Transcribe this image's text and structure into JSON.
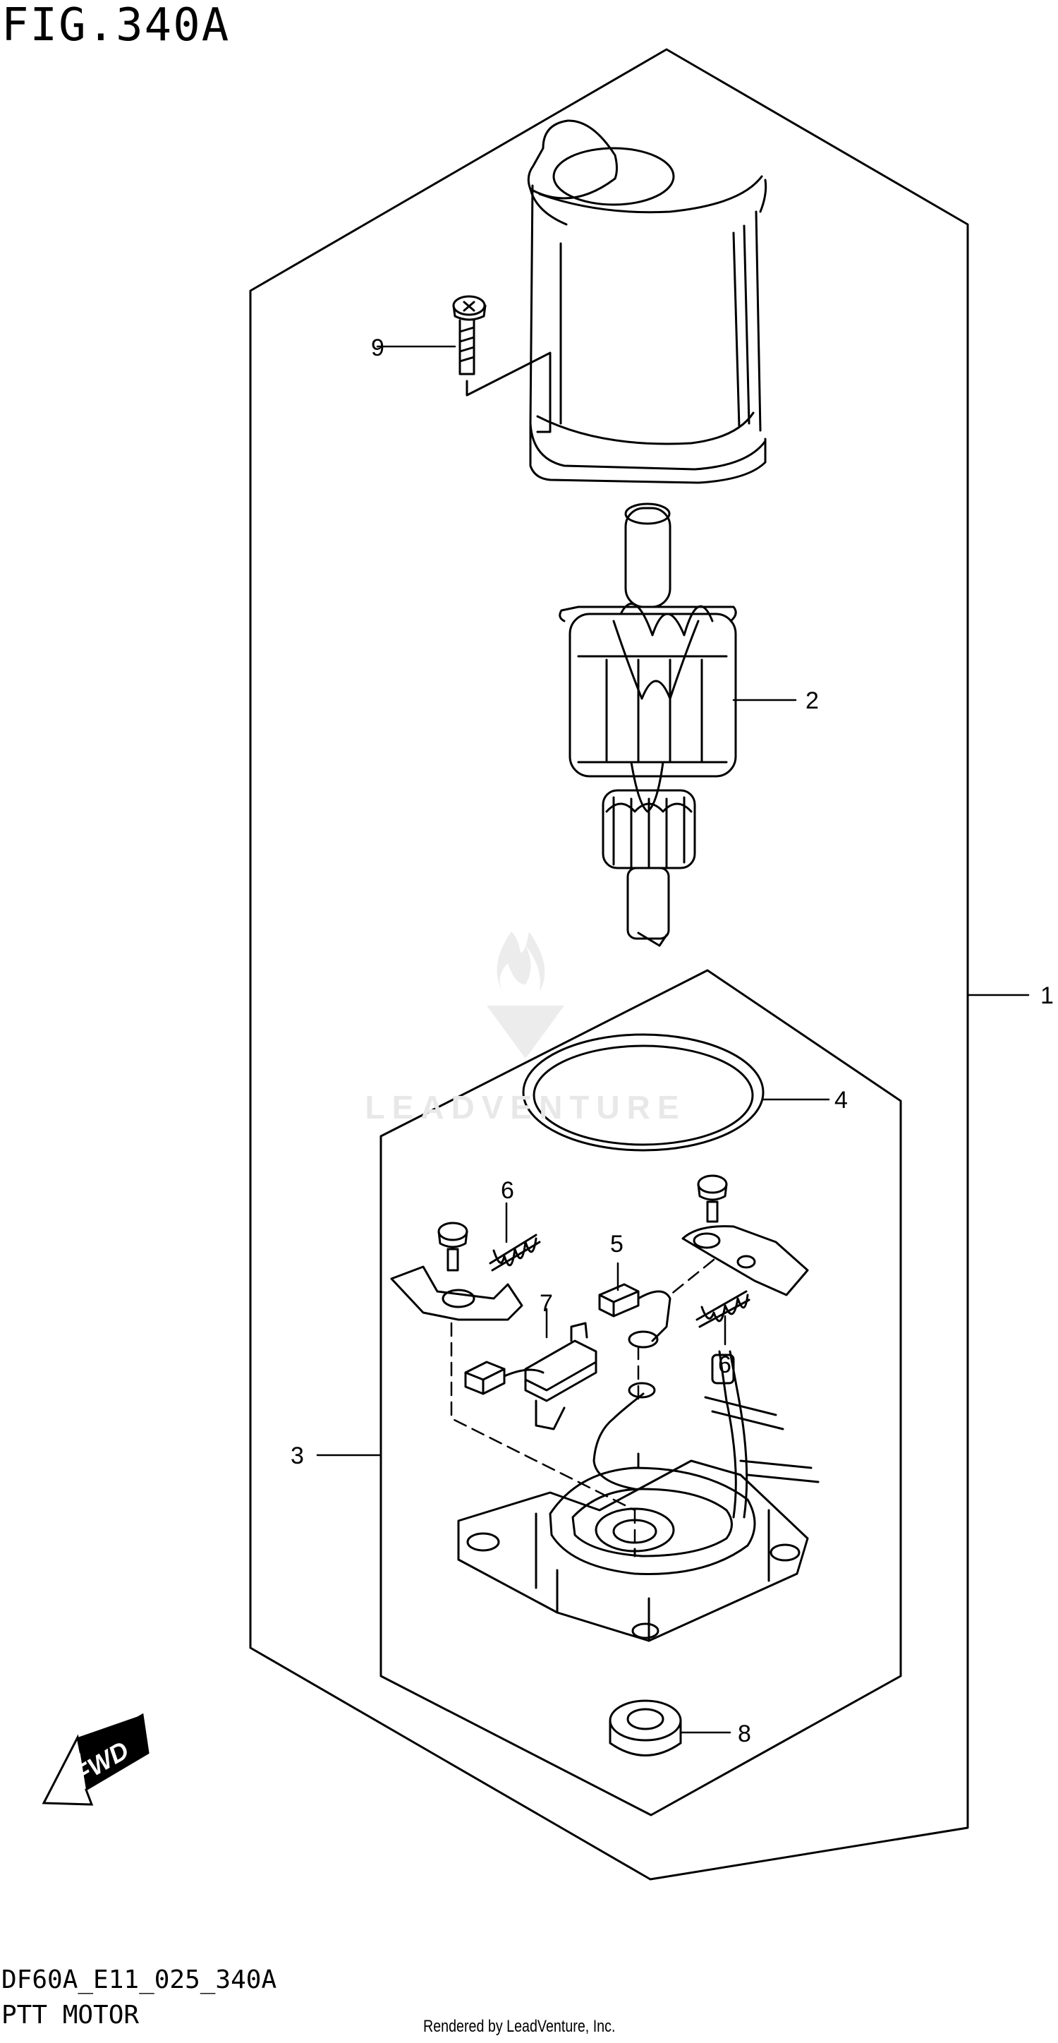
{
  "header": {
    "figure_title": "FIG.340A"
  },
  "footer": {
    "drawing_code": "DF60A_E11_025_340A",
    "drawing_name": "PTT MOTOR",
    "rendered_by": "Rendered by LeadVenture, Inc."
  },
  "watermark": {
    "text": "LEADVENTURE"
  },
  "fwd_arrow": {
    "label": "FWD"
  },
  "callouts": {
    "c1": "1",
    "c2": "2",
    "c3": "3",
    "c4": "4",
    "c5": "5",
    "c6a": "6",
    "c6b": "6",
    "c7": "7",
    "c8": "8",
    "c9": "9"
  },
  "colors": {
    "line": "#000000",
    "watermark": "#e6e6e6",
    "background": "#ffffff"
  }
}
